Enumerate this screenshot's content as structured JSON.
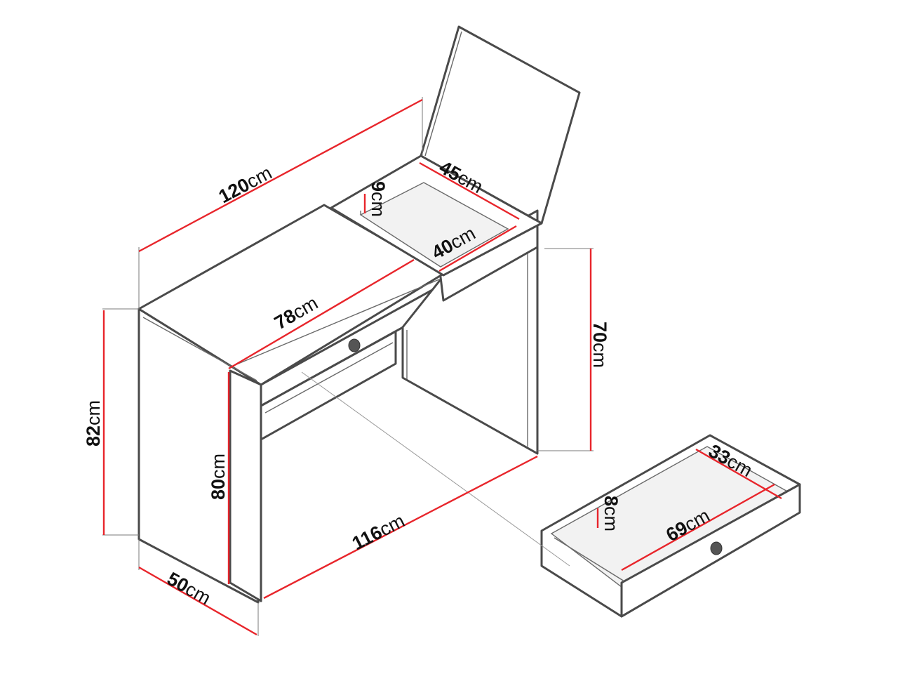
{
  "colors": {
    "dimension_line": "#e8252b",
    "outline": "#4a4a4a",
    "text": "#111111"
  },
  "dimensions": {
    "total_width": {
      "value": "120",
      "unit": "cm"
    },
    "depth": {
      "value": "50",
      "unit": "cm"
    },
    "total_height": {
      "value": "82",
      "unit": "cm"
    },
    "leg_height": {
      "value": "80",
      "unit": "cm"
    },
    "top_width": {
      "value": "78",
      "unit": "cm"
    },
    "inner_width": {
      "value": "116",
      "unit": "cm"
    },
    "clearance_height": {
      "value": "70",
      "unit": "cm"
    },
    "compartment_depth": {
      "value": "45",
      "unit": "cm"
    },
    "compartment_width": {
      "value": "40",
      "unit": "cm"
    },
    "compartment_height": {
      "value": "9",
      "unit": "cm"
    },
    "drawer_depth": {
      "value": "33",
      "unit": "cm"
    },
    "drawer_width": {
      "value": "69",
      "unit": "cm"
    },
    "drawer_height": {
      "value": "8",
      "unit": "cm"
    }
  }
}
